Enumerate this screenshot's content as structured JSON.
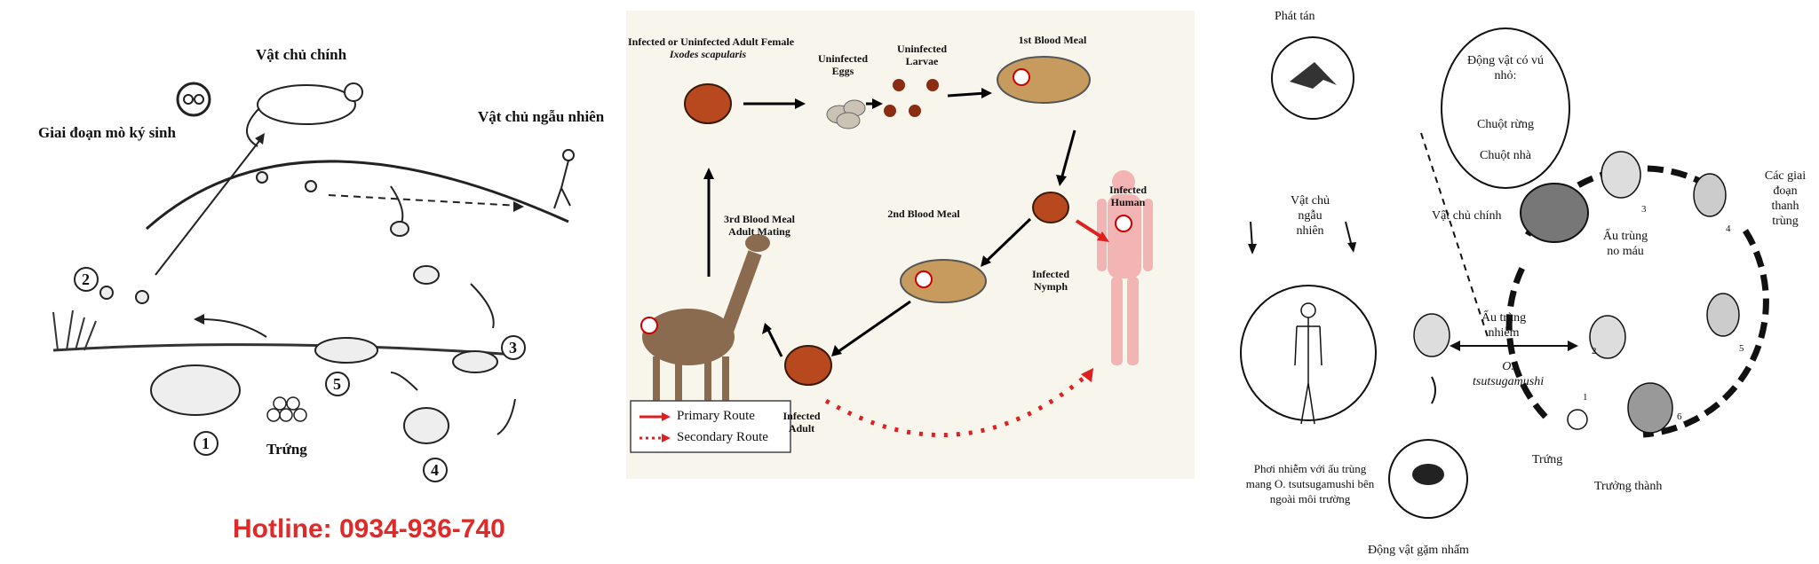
{
  "panel1": {
    "host_main": "Vật chủ chính",
    "parasite_stage": "Giai đoạn mò ký sinh",
    "host_accidental": "Vật chủ ngẫu nhiên",
    "eggs": "Trứng",
    "steps": [
      "1",
      "2",
      "3",
      "4",
      "5"
    ],
    "hotline": "Hotline: 0934-936-740"
  },
  "panel2": {
    "adult_female": "Infected or Uninfected Adult Female",
    "species": "Ixodes scapularis",
    "eggs": "Uninfected Eggs",
    "larvae": "Uninfected Larvae",
    "meal1": "1st Blood Meal",
    "meal2": "2nd Blood Meal",
    "meal3": "3rd Blood Meal Adult Mating",
    "nymph": "Infected Nymph",
    "adult": "Infected Adult",
    "human": "Infected Human",
    "legend_primary": "Primary Route",
    "legend_secondary": "Secondary Route",
    "primary_color": "#e02020",
    "secondary_color": "#e02020"
  },
  "panel3": {
    "spread": "Phát tán",
    "small_mammals_title": "Động vật có vú nhỏ:",
    "mammal1": "Chuột rừng",
    "mammal2": "Chuột nhà",
    "host_main": "Vật chủ chính",
    "stages": "Các giai đoạn thanh trùng",
    "accidental": "Vật chủ ngẫu nhiên",
    "larva_fed": "Ấu trùng no máu",
    "larva_infected": "Ấu trùng nhiễm",
    "organism": "O. tsutsugamushi",
    "exposure": "Phơi nhiễm với ấu trùng mang O. tsutsugamushi bên ngoài môi trường",
    "rodent": "Động vật gặm nhấm",
    "eggs": "Trứng",
    "adult": "Trưởng thành",
    "steps": [
      "1",
      "2",
      "3",
      "4",
      "5",
      "6"
    ]
  }
}
